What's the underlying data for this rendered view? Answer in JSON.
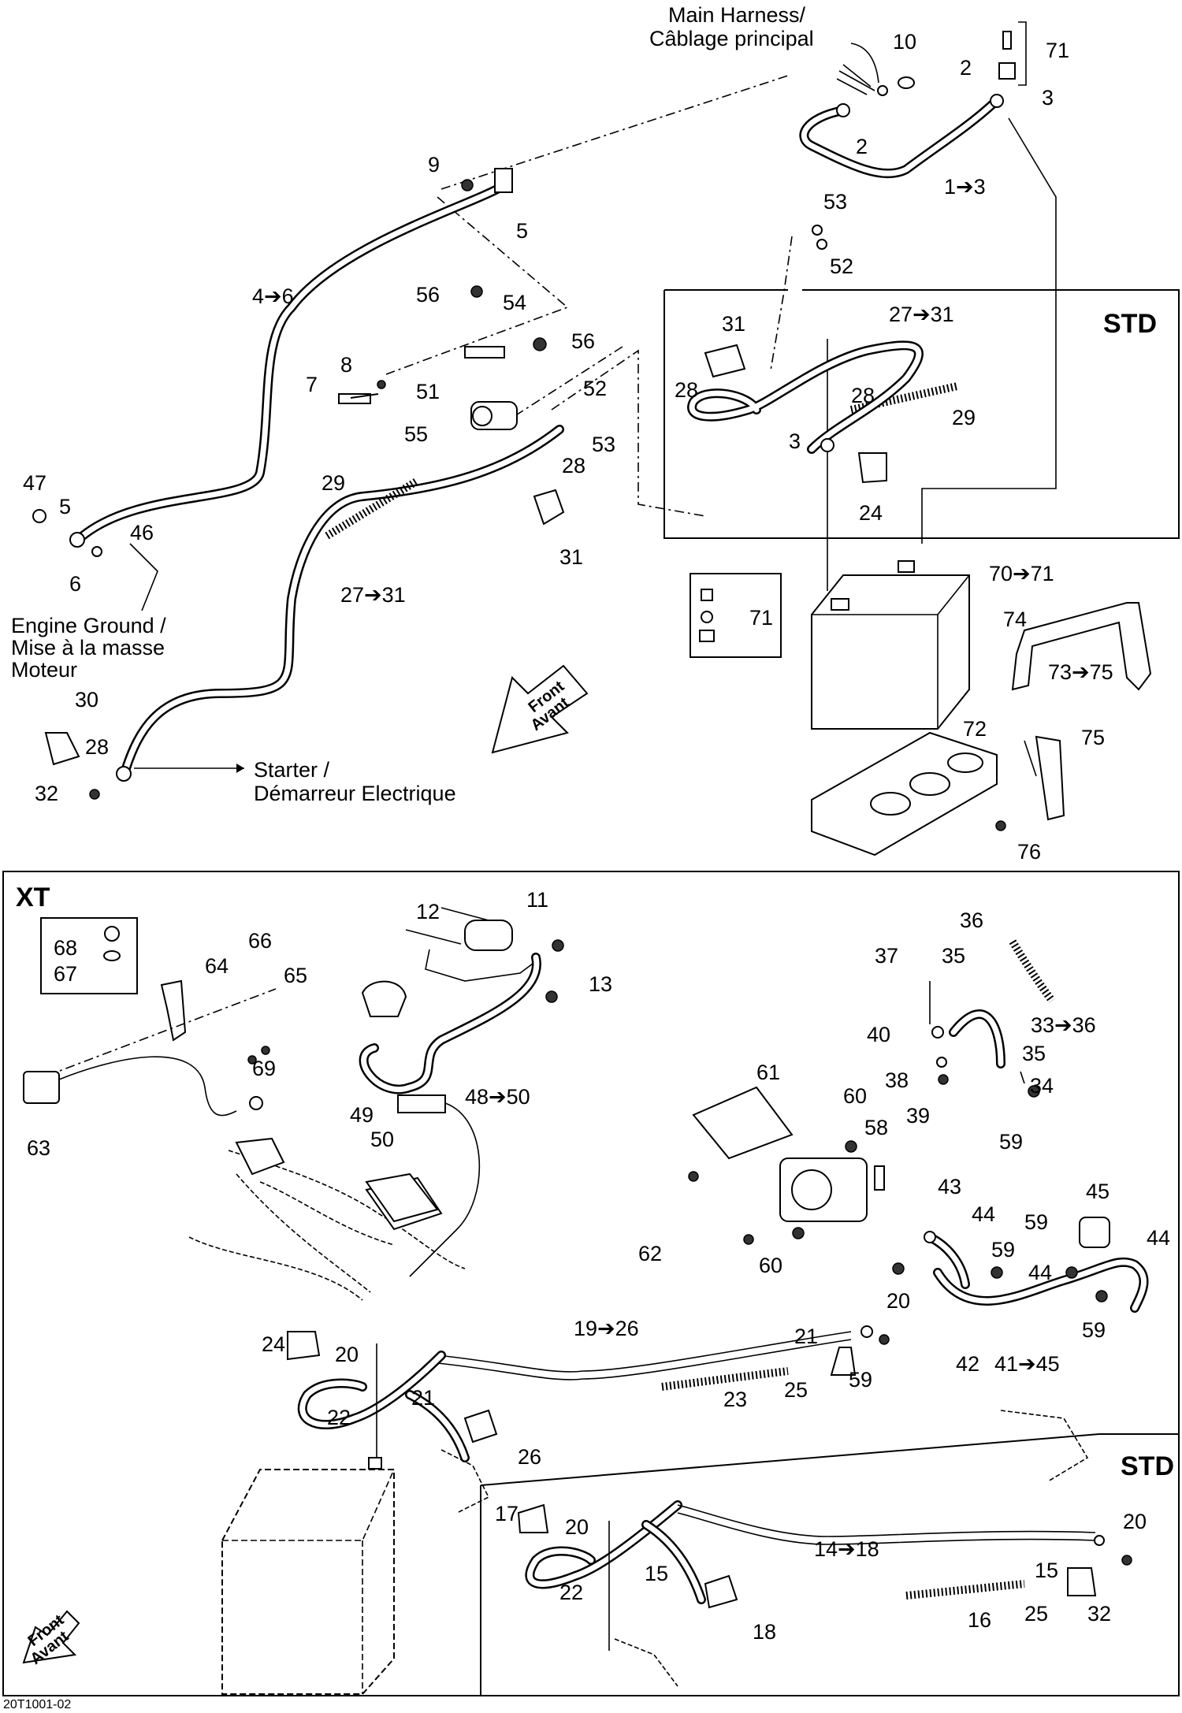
{
  "callouts": {
    "main_harness": "Main Harness/",
    "cablage_principal": "Câblage principal",
    "engine_ground_1": "Engine Ground /",
    "engine_ground_2": "Mise à la masse",
    "engine_ground_3": "Moteur",
    "starter_1": "Starter /",
    "starter_2": "Démarreur Electrique",
    "front_1": "Front",
    "front_2": "Avant"
  },
  "tags": {
    "std_top": "STD",
    "xt": "XT",
    "std_bottom": "STD"
  },
  "ref_code": "20T1001-02",
  "top_labels": [
    {
      "id": "n10",
      "text": "10"
    },
    {
      "id": "n71a",
      "text": "71"
    },
    {
      "id": "n2a",
      "text": "2"
    },
    {
      "id": "n3a",
      "text": "3"
    },
    {
      "id": "n2b",
      "text": "2"
    },
    {
      "id": "n1to3",
      "text": "1➔3"
    },
    {
      "id": "n9",
      "text": "9"
    },
    {
      "id": "n5a",
      "text": "5"
    },
    {
      "id": "n53a",
      "text": "53"
    },
    {
      "id": "n52a",
      "text": "52"
    },
    {
      "id": "n4to6",
      "text": "4➔6"
    },
    {
      "id": "n56a",
      "text": "56"
    },
    {
      "id": "n54",
      "text": "54"
    },
    {
      "id": "n56b",
      "text": "56"
    },
    {
      "id": "n8",
      "text": "8"
    },
    {
      "id": "n7",
      "text": "7"
    },
    {
      "id": "n51",
      "text": "51"
    },
    {
      "id": "n52b",
      "text": "52"
    },
    {
      "id": "n55",
      "text": "55"
    },
    {
      "id": "n53b",
      "text": "53"
    },
    {
      "id": "n28a",
      "text": "28"
    },
    {
      "id": "n29a",
      "text": "29"
    },
    {
      "id": "n31a",
      "text": "31"
    },
    {
      "id": "n47",
      "text": "47"
    },
    {
      "id": "n5b",
      "text": "5"
    },
    {
      "id": "n46",
      "text": "46"
    },
    {
      "id": "n6",
      "text": "6"
    },
    {
      "id": "n27to31a",
      "text": "27➔31"
    },
    {
      "id": "n30",
      "text": "30"
    },
    {
      "id": "n28b",
      "text": "28"
    },
    {
      "id": "n32a",
      "text": "32"
    },
    {
      "id": "n31b",
      "text": "31"
    },
    {
      "id": "n27to31b",
      "text": "27➔31"
    },
    {
      "id": "n28c",
      "text": "28"
    },
    {
      "id": "n28d",
      "text": "28"
    },
    {
      "id": "n29b",
      "text": "29"
    },
    {
      "id": "n3b",
      "text": "3"
    },
    {
      "id": "n24a",
      "text": "24"
    },
    {
      "id": "n70to71",
      "text": "70➔71"
    },
    {
      "id": "n71b",
      "text": "71"
    },
    {
      "id": "n74",
      "text": "74"
    },
    {
      "id": "n73to75",
      "text": "73➔75"
    },
    {
      "id": "n72",
      "text": "72"
    },
    {
      "id": "n75",
      "text": "75"
    },
    {
      "id": "n76",
      "text": "76"
    }
  ],
  "bottom_labels": [
    {
      "id": "b11",
      "text": "11"
    },
    {
      "id": "b12",
      "text": "12"
    },
    {
      "id": "b13",
      "text": "13"
    },
    {
      "id": "b68",
      "text": "68"
    },
    {
      "id": "b67",
      "text": "67"
    },
    {
      "id": "b64",
      "text": "64"
    },
    {
      "id": "b66",
      "text": "66"
    },
    {
      "id": "b65",
      "text": "65"
    },
    {
      "id": "b69",
      "text": "69"
    },
    {
      "id": "b63",
      "text": "63"
    },
    {
      "id": "b49",
      "text": "49"
    },
    {
      "id": "b48to50",
      "text": "48➔50"
    },
    {
      "id": "b50",
      "text": "50"
    },
    {
      "id": "b36",
      "text": "36"
    },
    {
      "id": "b37",
      "text": "37"
    },
    {
      "id": "b35a",
      "text": "35"
    },
    {
      "id": "b33to36",
      "text": "33➔36"
    },
    {
      "id": "b40",
      "text": "40"
    },
    {
      "id": "b35b",
      "text": "35"
    },
    {
      "id": "b38",
      "text": "38"
    },
    {
      "id": "b34",
      "text": "34"
    },
    {
      "id": "b39",
      "text": "39"
    },
    {
      "id": "b59a",
      "text": "59"
    },
    {
      "id": "b61",
      "text": "61"
    },
    {
      "id": "b60a",
      "text": "60"
    },
    {
      "id": "b58",
      "text": "58"
    },
    {
      "id": "b45",
      "text": "45"
    },
    {
      "id": "b43",
      "text": "43"
    },
    {
      "id": "b44a",
      "text": "44"
    },
    {
      "id": "b59b",
      "text": "59"
    },
    {
      "id": "b44b",
      "text": "44"
    },
    {
      "id": "b59c",
      "text": "59"
    },
    {
      "id": "b44c",
      "text": "44"
    },
    {
      "id": "b62",
      "text": "62"
    },
    {
      "id": "b60b",
      "text": "60"
    },
    {
      "id": "b59d",
      "text": "59"
    },
    {
      "id": "b19to26",
      "text": "19➔26"
    },
    {
      "id": "b20a",
      "text": "20"
    },
    {
      "id": "b21a",
      "text": "21"
    },
    {
      "id": "b59e",
      "text": "59"
    },
    {
      "id": "b42",
      "text": "42"
    },
    {
      "id": "b41to45",
      "text": "41➔45"
    },
    {
      "id": "b25a",
      "text": "25"
    },
    {
      "id": "b23",
      "text": "23"
    },
    {
      "id": "b24",
      "text": "24"
    },
    {
      "id": "b20b",
      "text": "20"
    },
    {
      "id": "b22a",
      "text": "22"
    },
    {
      "id": "b21b",
      "text": "21"
    },
    {
      "id": "b26",
      "text": "26"
    },
    {
      "id": "b17",
      "text": "17"
    },
    {
      "id": "b20c",
      "text": "20"
    },
    {
      "id": "b14to18",
      "text": "14➔18"
    },
    {
      "id": "b20d",
      "text": "20"
    },
    {
      "id": "b15a",
      "text": "15"
    },
    {
      "id": "b15b",
      "text": "15"
    },
    {
      "id": "b22b",
      "text": "22"
    },
    {
      "id": "b18",
      "text": "18"
    },
    {
      "id": "b16",
      "text": "16"
    },
    {
      "id": "b25b",
      "text": "25"
    },
    {
      "id": "b32",
      "text": "32"
    }
  ]
}
